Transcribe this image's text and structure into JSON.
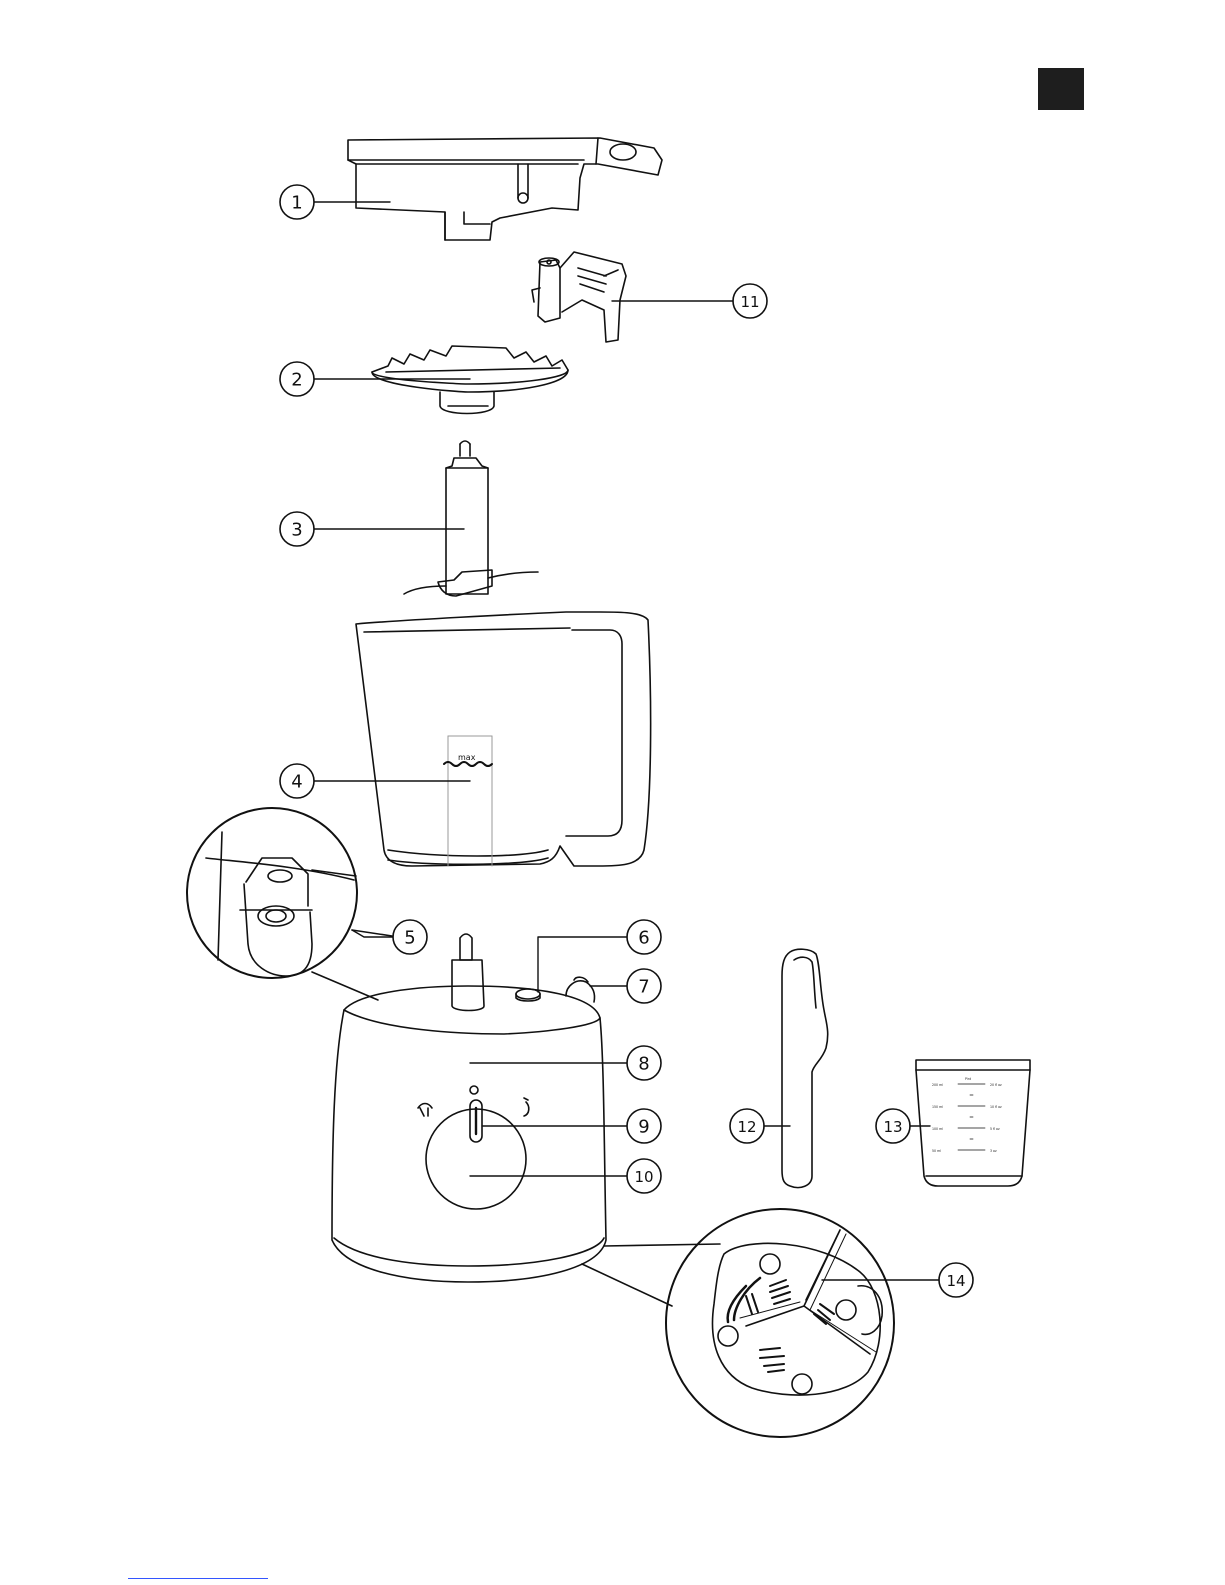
{
  "callouts": [
    {
      "id": "1",
      "label": "1"
    },
    {
      "id": "2",
      "label": "2"
    },
    {
      "id": "3",
      "label": "3"
    },
    {
      "id": "4",
      "label": "4"
    },
    {
      "id": "5",
      "label": "5"
    },
    {
      "id": "6",
      "label": "6"
    },
    {
      "id": "7",
      "label": "7"
    },
    {
      "id": "8",
      "label": "8"
    },
    {
      "id": "9",
      "label": "9"
    },
    {
      "id": "10",
      "label": "10"
    },
    {
      "id": "11",
      "label": "11"
    },
    {
      "id": "12",
      "label": "12"
    },
    {
      "id": "13",
      "label": "13"
    },
    {
      "id": "14",
      "label": "14"
    }
  ],
  "jug": {
    "max_label": "max"
  },
  "cup": {
    "scale": [
      "200 ml",
      "Pint",
      "20 fl oz",
      "150 ml",
      "10 fl oz",
      "100 ml",
      "5 fl oz",
      "50 ml",
      "3 oz"
    ]
  },
  "colors": {
    "line": "#111111",
    "corner_box": "#1e1e1e",
    "link": "#3355ff"
  }
}
